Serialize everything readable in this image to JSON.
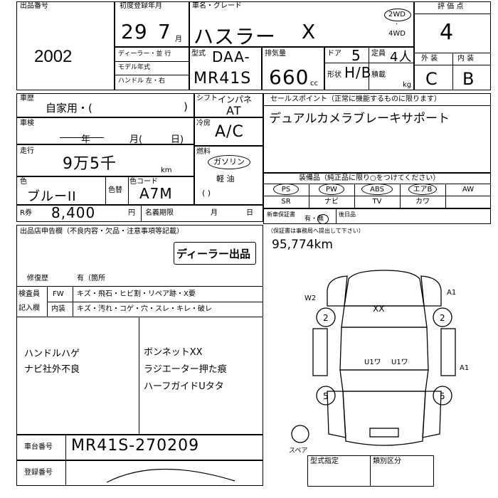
{
  "header": {
    "lot_label": "出品番号",
    "lot_number": "2002",
    "reg_label": "初度登録年月",
    "reg_year": "29",
    "reg_month": "7",
    "reg_suffix": "月",
    "name_label": "車名・グレード",
    "car_name": "ハスラー",
    "grade": "X",
    "drive_2wd": "2WD",
    "drive_4wd": "4WD",
    "score_label": "評 価 点",
    "score": "4",
    "dealer_label": "ディーラー・並 行",
    "model_year_label": "モデル年式",
    "handle_label": "ハンドル 左・右",
    "type_label": "型式",
    "type_value": "DAA-",
    "model_code": "MR41S",
    "disp_label": "排気量",
    "displacement": "660",
    "cc_unit": "cc",
    "door_label": "ドア",
    "doors": "5",
    "capacity_label": "定員",
    "capacity": "4人",
    "shape_label": "形状",
    "shape": "H/B",
    "load_label": "積載",
    "kg_unit": "kg",
    "exterior_label": "外 装",
    "interior_label": "内 装",
    "exterior_grade": "C",
    "interior_grade": "B"
  },
  "history": {
    "label": "車歴",
    "value": "自家用・(",
    "close_paren": ")"
  },
  "shaken": {
    "label": "車検",
    "year_unit": "年",
    "month_unit": "月(",
    "day_unit": "日)"
  },
  "mileage": {
    "label": "走行",
    "value": "9万5千",
    "unit": "km"
  },
  "color": {
    "label": "色",
    "value": "ブルーII",
    "change_label": "色替",
    "code_label": "色コード",
    "code_value": "A7M"
  },
  "transmission": {
    "label": "シフト",
    "value_top": "インパネ",
    "value": "AT"
  },
  "ac": {
    "label": "冷房",
    "value": "A/C"
  },
  "fuel": {
    "label": "燃料",
    "gasoline": "ガソリン",
    "diesel": "軽 油",
    "paren": "(          )"
  },
  "sales_point": {
    "label": "セールスポイント（正常に機能するものに限ります）",
    "value": "デュアルカメラブレーキサポート"
  },
  "equipment": {
    "label": "装備品（純正品に限り○をつけてください）",
    "items_row1": [
      "PS",
      "PW",
      "ABS",
      "エアB",
      "AW"
    ],
    "items_row2": [
      "SR",
      "ナビ",
      "TV",
      "カワ",
      ""
    ]
  },
  "recycle": {
    "label": "R券",
    "value": "8,400",
    "yen": "円",
    "expiry_label": "名義期限",
    "month_unit": "月",
    "day_unit": "日"
  },
  "warranty": {
    "label": "新車保証書",
    "yes_no": "有・無",
    "book_label": "後日品",
    "note": "（保証書は事務局へ提出して下さい）",
    "handwritten_mileage": "95,774km"
  },
  "declaration": {
    "label": "出品店申告欄（不良内容・欠品・注意事項等記載）",
    "stamp": "ディーラー出品",
    "repair_label": "修復歴",
    "repair_value": "有（箇所",
    "inspector_label": "検査員",
    "entry_label": "記入欄",
    "row1_head": "FW",
    "row1_text": "キズ・飛石・ヒビ割・リペア跡・X要",
    "row2_head": "内装",
    "row2_text": "キズ・汚れ・コゲ・穴・スレ・キレ・破レ"
  },
  "notes": {
    "left": [
      "ハンドルハゲ",
      "ナビ社外不良"
    ],
    "right": [
      "ボンネットXX",
      "ラジエーター押た痕",
      "ハーフガイドUタタ"
    ]
  },
  "diagram": {
    "marks": [
      "W2",
      "A1",
      "XX",
      "2",
      "2",
      "U1ワ",
      "U1ワ",
      "A1",
      "5",
      "5"
    ],
    "spare_label": "スペア"
  },
  "chassis": {
    "label": "車台番号",
    "value": "MR41S-270209"
  },
  "registration": {
    "label": "登録番号",
    "form_label": "型式指定",
    "class_label": "類別区分"
  }
}
